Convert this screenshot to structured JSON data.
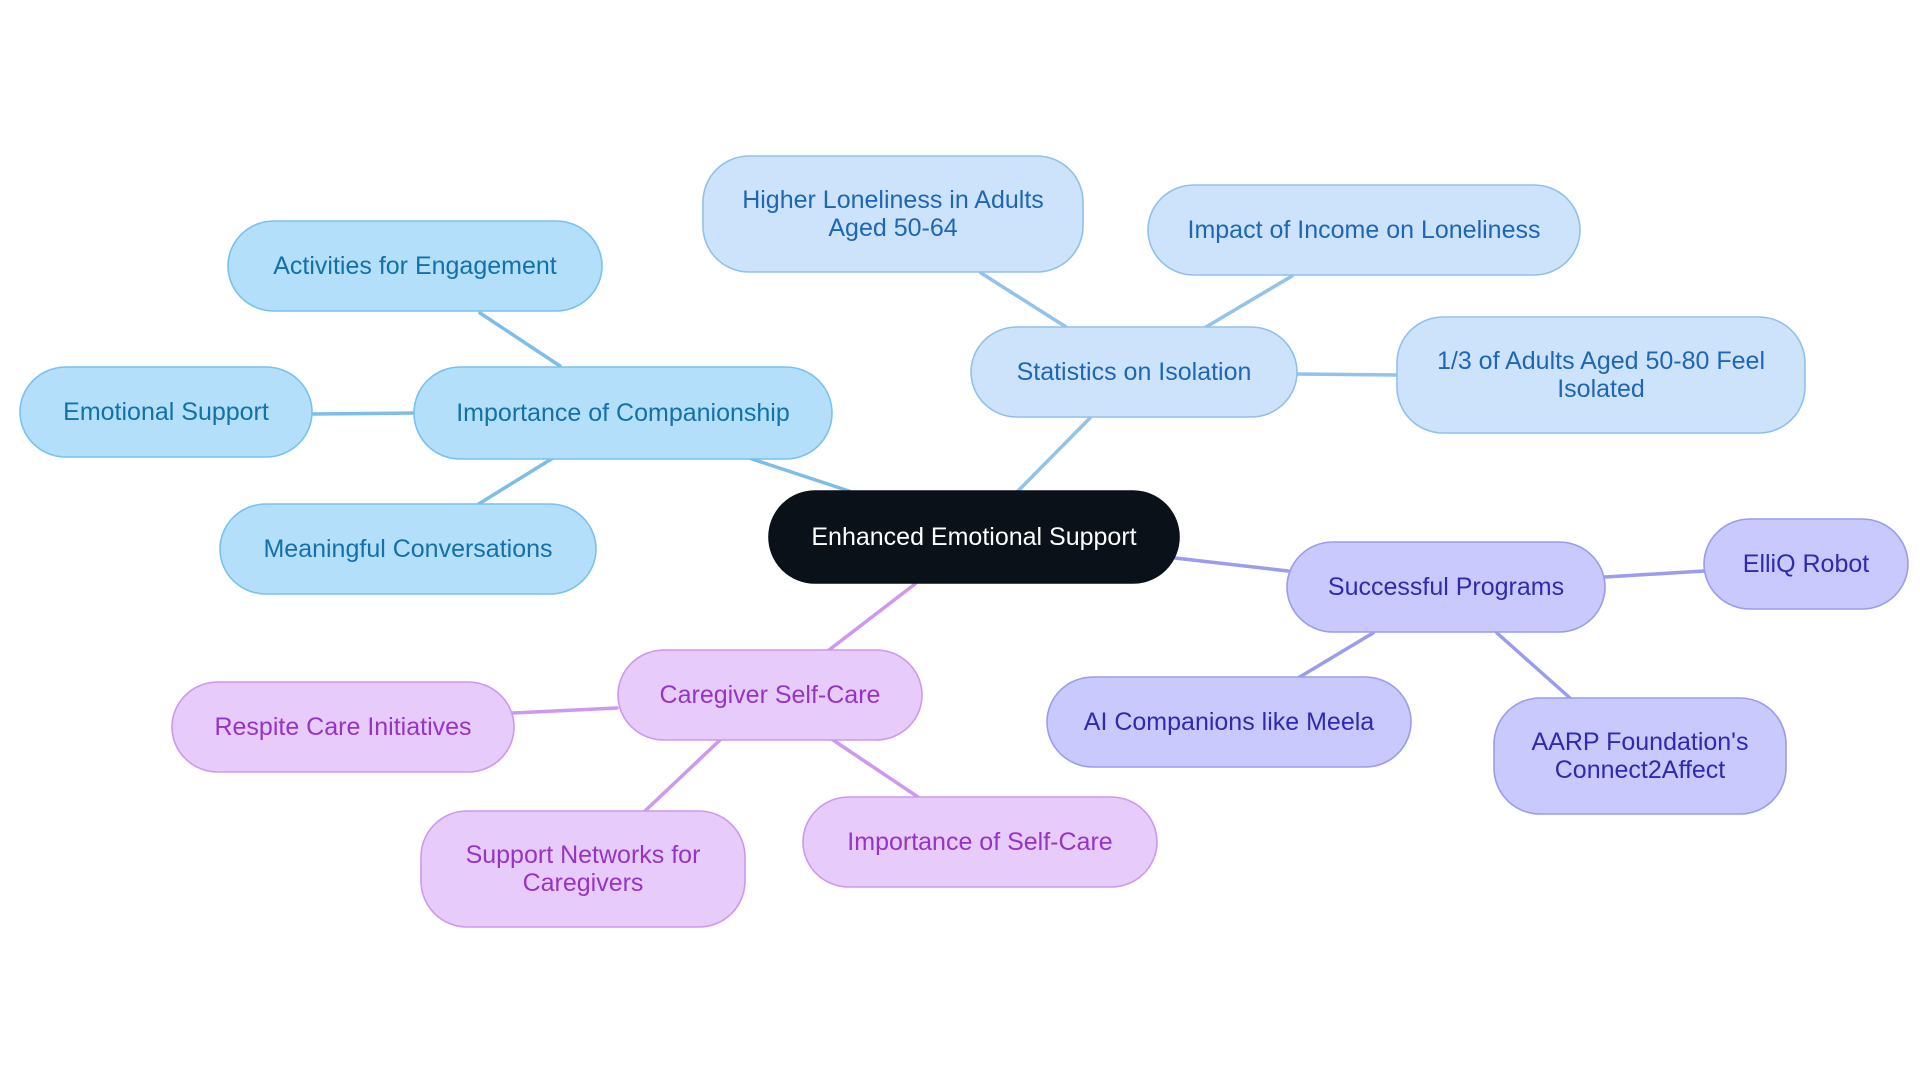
{
  "palette": {
    "center": {
      "fill": "#0b1119",
      "stroke": "#0b1119",
      "text": "#ffffff"
    },
    "companionship": {
      "fill": "#b3dffb",
      "stroke": "#79c1ee",
      "text": "#1370a9",
      "edge": "#7cbdea"
    },
    "isolation": {
      "fill": "#cde3fb",
      "stroke": "#92c0ec",
      "text": "#1e66b6",
      "edge": "#93c2ec"
    },
    "programs": {
      "fill": "#c9c9fd",
      "stroke": "#9b9bef",
      "text": "#2f2ab0",
      "edge": "#9b9bef"
    },
    "selfcare": {
      "fill": "#e7cbfb",
      "stroke": "#cd98ef",
      "text": "#9634c8",
      "edge": "#cd98ef"
    }
  },
  "mindmap": {
    "center": {
      "id": "center",
      "label": "Enhanced Emotional Support"
    },
    "branches": [
      {
        "id": "companionship",
        "label": "Importance of Companionship",
        "children": [
          {
            "id": "activities",
            "label": "Activities for Engagement"
          },
          {
            "id": "emotional",
            "label": "Emotional Support"
          },
          {
            "id": "conversations",
            "label": "Meaningful Conversations"
          }
        ]
      },
      {
        "id": "isolation",
        "label": "Statistics on Isolation",
        "children": [
          {
            "id": "loneliness5064",
            "label": "Higher Loneliness in Adults Aged 50-64"
          },
          {
            "id": "income",
            "label": "Impact of Income on Loneliness"
          },
          {
            "id": "onethird",
            "label": "1/3 of Adults Aged 50-80 Feel Isolated"
          }
        ]
      },
      {
        "id": "programs",
        "label": "Successful Programs",
        "children": [
          {
            "id": "elliq",
            "label": "ElliQ Robot"
          },
          {
            "id": "meela",
            "label": "AI Companions like Meela"
          },
          {
            "id": "aarp",
            "label": "AARP Foundation's Connect2Affect"
          }
        ]
      },
      {
        "id": "selfcare",
        "label": "Caregiver Self-Care",
        "children": [
          {
            "id": "respite",
            "label": "Respite Care Initiatives"
          },
          {
            "id": "networks",
            "label": "Support Networks for Caregivers"
          },
          {
            "id": "importance",
            "label": "Importance of Self-Care"
          }
        ]
      }
    ]
  }
}
